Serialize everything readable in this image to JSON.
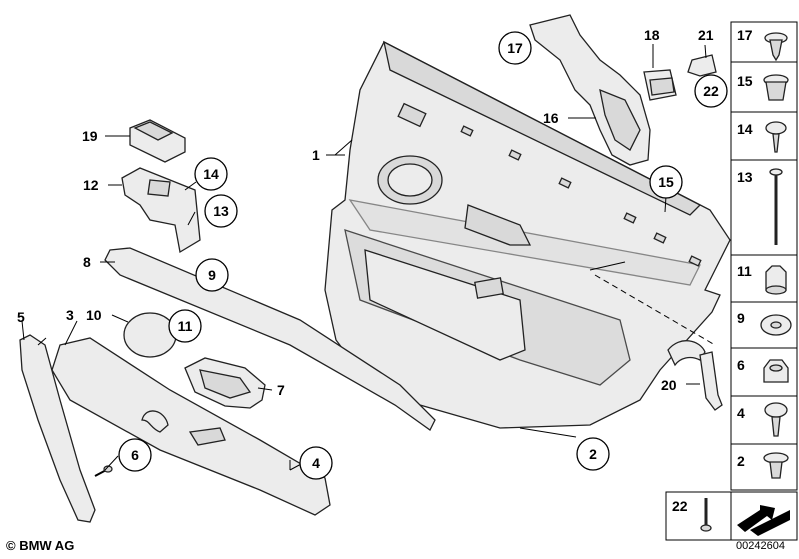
{
  "callouts": {
    "c1": "1",
    "c2": "2",
    "c3": "3",
    "c4": "4",
    "c5": "5",
    "c6": "6",
    "c7": "7",
    "c8": "8",
    "c9": "9",
    "c10": "10",
    "c11": "11",
    "c12": "12",
    "c13": "13",
    "c14": "14",
    "c15": "15",
    "c16": "16",
    "c17": "17",
    "c18": "18",
    "c19": "19",
    "c20": "20",
    "c21": "21",
    "c22": "22"
  },
  "legend": {
    "items": [
      "17",
      "15",
      "14",
      "13",
      "11",
      "9",
      "6",
      "4",
      "2"
    ],
    "bottom_item": "22"
  },
  "footer": {
    "copyright": "© BMW AG",
    "diagram_number": "00242604"
  }
}
